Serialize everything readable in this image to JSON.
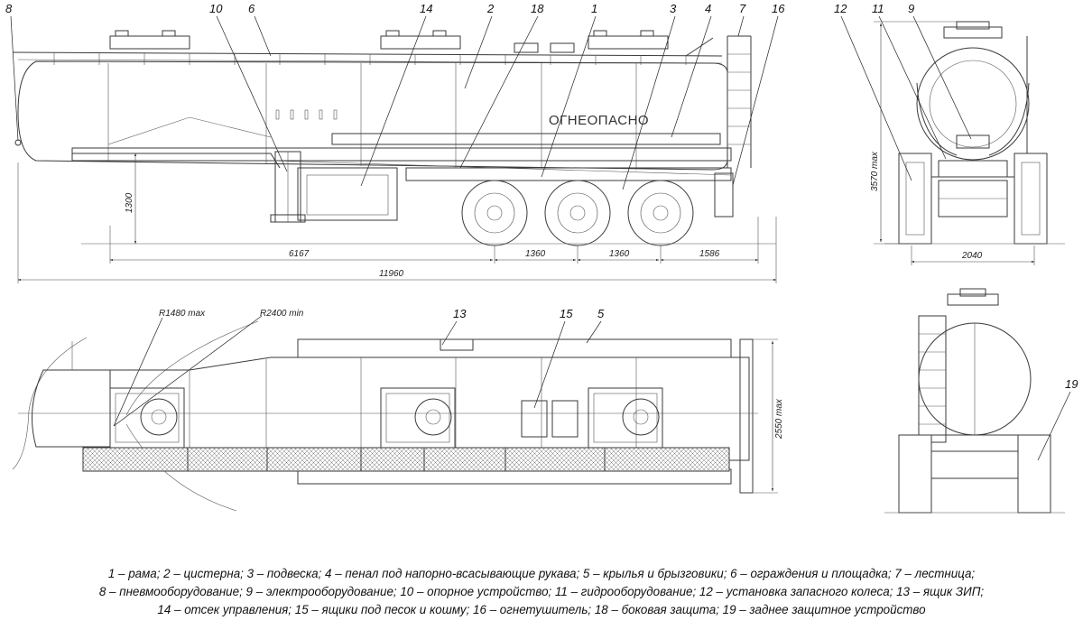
{
  "callouts": {
    "side": [
      "8",
      "10",
      "6",
      "14",
      "2",
      "18",
      "1",
      "3",
      "4",
      "7",
      "16"
    ],
    "rear": [
      "12",
      "11",
      "9"
    ],
    "plan": [
      "13",
      "15",
      "5"
    ],
    "rear_bottom": [
      "19"
    ]
  },
  "side_sign": "ОГНЕОПАСНО",
  "dimensions": {
    "height_1300": "1300",
    "len_6167": "6167",
    "axle_1": "1360",
    "axle_2": "1360",
    "rear_1586": "1586",
    "total_11960": "11960",
    "height_3570": "3570 max",
    "width_2040": "2040",
    "width_2550": "2550 max",
    "radius_1480": "R1480 max",
    "radius_2400": "R2400 min"
  },
  "legend_lines": [
    "1 – рама; 2 – цистерна; 3 – подвеска; 4 – пенал под напорно-всасывающие рукава; 5 – крылья и брызговики; 6 – ограждения и площадка; 7 – лестница;",
    "8 – пневмооборудование; 9 – электрооборудование; 10 – опорное устройство; 11 – гидрооборудование; 12 – установка запасного колеса; 13 – ящик ЗИП;",
    "14 – отсек управления; 15 – ящики под песок и кошму; 16 – огнетушитель; 18 – боковая защита; 19 – заднее защитное устройство"
  ]
}
